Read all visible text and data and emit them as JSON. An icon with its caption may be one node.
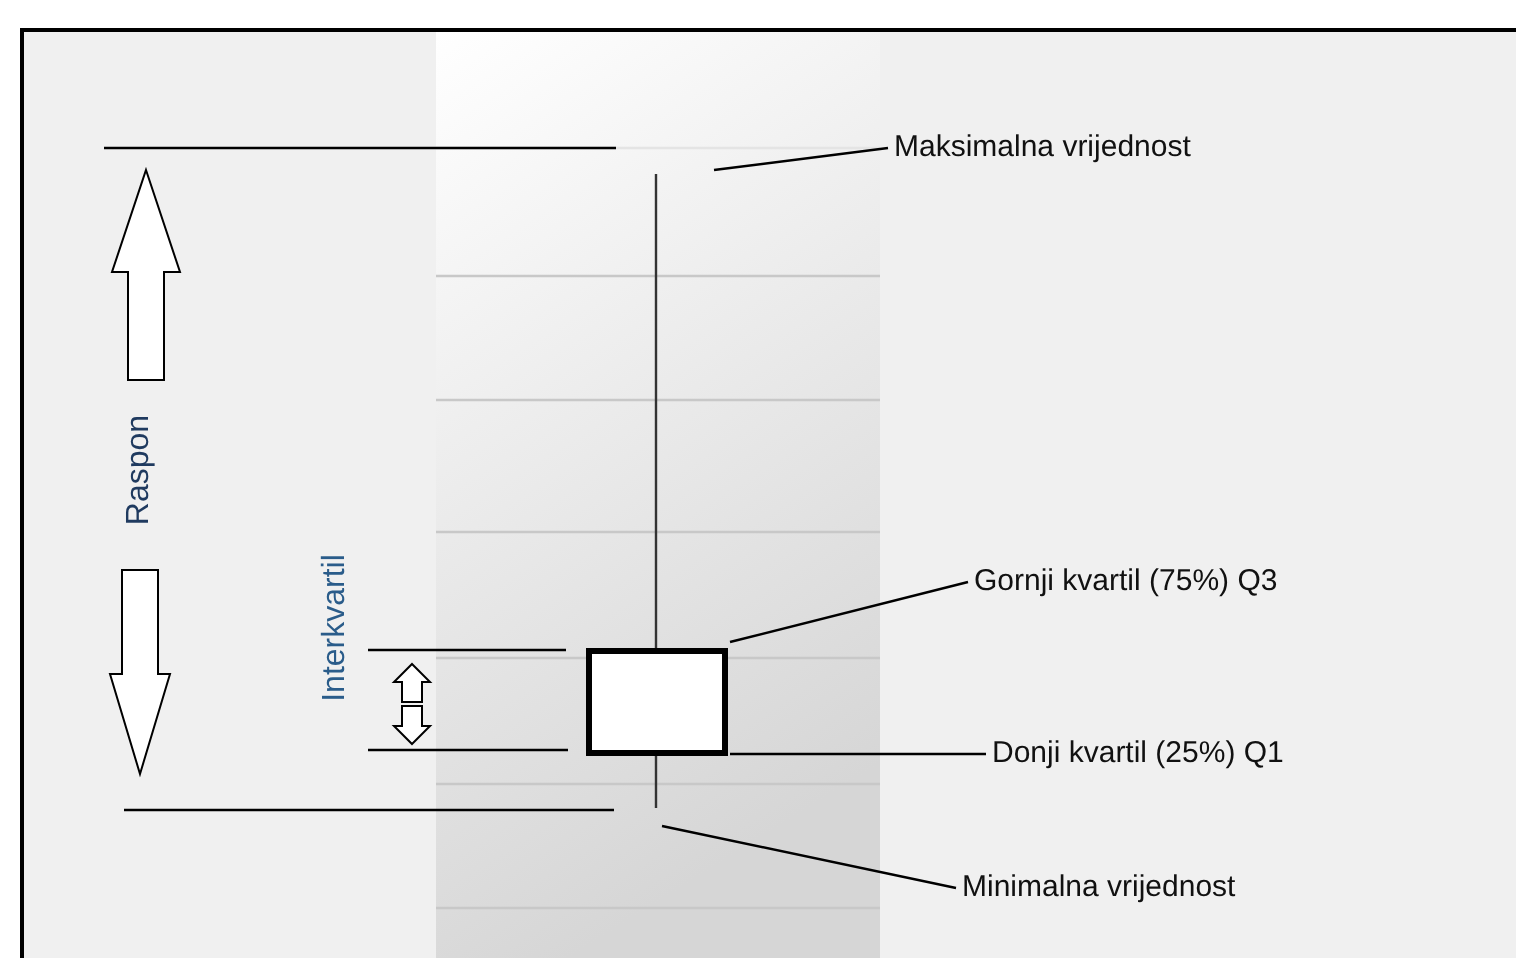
{
  "diagram": {
    "nodes": [
      {
        "text": [
          "Maksimalna vrijednost"
        ]
      },
      {
        "text": [
          "Gornji kvartil (75%) Q3"
        ]
      },
      {
        "text": [
          "Donji kvartil (25%) Q1"
        ]
      },
      {
        "text": [
          "Minimalna vrijednost"
        ]
      },
      {
        "text": [],
        "shape": "box"
      }
    ],
    "edges": [
      {
        "from": 0,
        "to": null,
        "arrow": "none"
      },
      {
        "from": 1,
        "to": 4,
        "arrow": "none"
      },
      {
        "from": 2,
        "to": 4,
        "arrow": "none"
      },
      {
        "from": 3,
        "to": null,
        "arrow": "none"
      }
    ],
    "labels": [
      "Raspon",
      "Interkvartil"
    ]
  }
}
